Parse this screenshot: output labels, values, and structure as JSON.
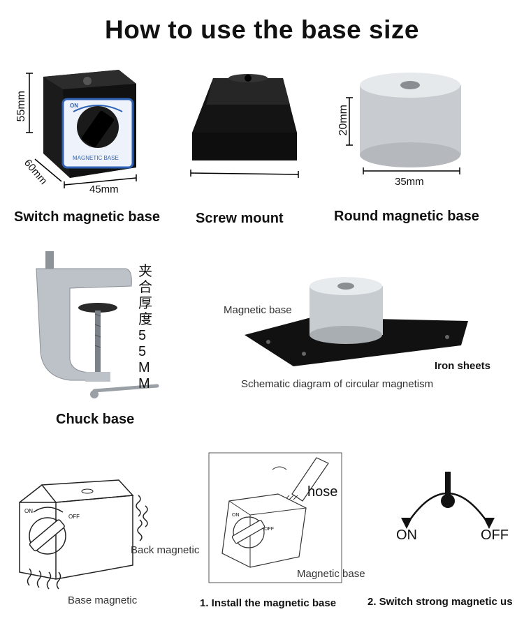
{
  "title": "How to use the base size",
  "switch_base": {
    "caption": "Switch magnetic base",
    "dim_height": "55mm",
    "dim_depth": "60mm",
    "dim_width": "45mm",
    "label_on": "ON",
    "label_brand": "MAGNETIC BASE"
  },
  "screw_mount": {
    "caption": "Screw mount"
  },
  "round_base": {
    "caption": "Round magnetic base",
    "dim_height": "20mm",
    "dim_width": "35mm"
  },
  "chuck_base": {
    "caption": "Chuck base",
    "clamp_note": "夹合厚度55MM"
  },
  "schematic": {
    "label_magnetic_base": "Magnetic base",
    "label_iron_sheets": "Iron sheets",
    "caption": "Schematic diagram of circular magnetism"
  },
  "diagram_magnetic": {
    "label_back": "Back magnetic",
    "label_base": "Base magnetic",
    "label_on": "ON",
    "label_off": "OFF"
  },
  "install": {
    "label_hose": "hose",
    "label_magnetic_base": "Magnetic base",
    "caption": "1. Install the magnetic base",
    "label_on": "ON",
    "label_off": "OFF"
  },
  "switch_strong": {
    "label_on": "ON",
    "label_off": "OFF",
    "caption": "2. Switch strong magnetic us"
  }
}
